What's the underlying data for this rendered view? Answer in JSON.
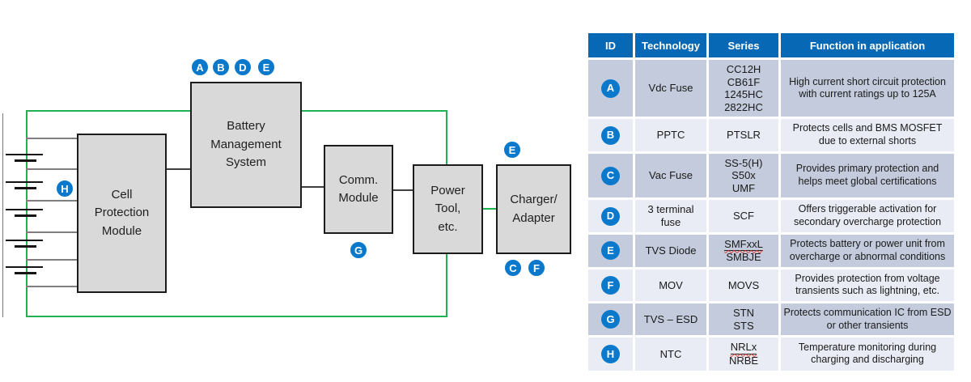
{
  "diagram": {
    "boxes": {
      "cell_protection": "Cell\nProtection\nModule",
      "bms": "Battery\nManagement\nSystem",
      "comm": "Comm.\nModule",
      "power_tool": "Power\nTool,\netc.",
      "charger": "Charger/\nAdapter"
    },
    "badges": {
      "bms_top": [
        "A",
        "B",
        "D",
        "E"
      ],
      "cell_protection_left": "H",
      "comm_bottom": "G",
      "charger_top": "E",
      "charger_bottom": [
        "C",
        "F"
      ]
    }
  },
  "table": {
    "headers": [
      "ID",
      "Technology",
      "Series",
      "Function in application"
    ],
    "underlined_series": [
      "SMFxxL",
      "NRLx"
    ],
    "rows": [
      {
        "id": "A",
        "technology": "Vdc Fuse",
        "series": [
          "CC12H",
          "CB61F",
          "1245HC",
          "2822HC"
        ],
        "function": "High current short circuit protection with current ratings up to 125A"
      },
      {
        "id": "B",
        "technology": "PPTC",
        "series": [
          "PTSLR"
        ],
        "function": "Protects cells and BMS MOSFET due to external shorts"
      },
      {
        "id": "C",
        "technology": "Vac Fuse",
        "series": [
          "SS-5(H)",
          "S50x",
          "UMF"
        ],
        "function": "Provides primary protection and helps meet global certifications"
      },
      {
        "id": "D",
        "technology": "3 terminal fuse",
        "series": [
          "SCF"
        ],
        "function": "Offers triggerable activation for secondary overcharge protection"
      },
      {
        "id": "E",
        "technology": "TVS Diode",
        "series": [
          "SMFxxL",
          "SMBJE"
        ],
        "function": "Protects battery or power unit from overcharge or abnormal conditions"
      },
      {
        "id": "F",
        "technology": "MOV",
        "series": [
          "MOVS"
        ],
        "function": "Provides protection from voltage transients such as lightning, etc."
      },
      {
        "id": "G",
        "technology": "TVS – ESD",
        "series": [
          "STN",
          "STS"
        ],
        "function": "Protects communication IC from ESD or other transients"
      },
      {
        "id": "H",
        "technology": "NTC",
        "series": [
          "NRLx",
          "NRBE"
        ],
        "function": "Temperature monitoring during charging and discharging"
      }
    ]
  },
  "colors": {
    "header_blue": "#0769b5",
    "badge_blue": "#0b79cb",
    "row_dark": "#c3cbdc",
    "row_light": "#e9ecf4",
    "wire_green": "#1fb254",
    "box_fill": "#d9d9d9"
  }
}
